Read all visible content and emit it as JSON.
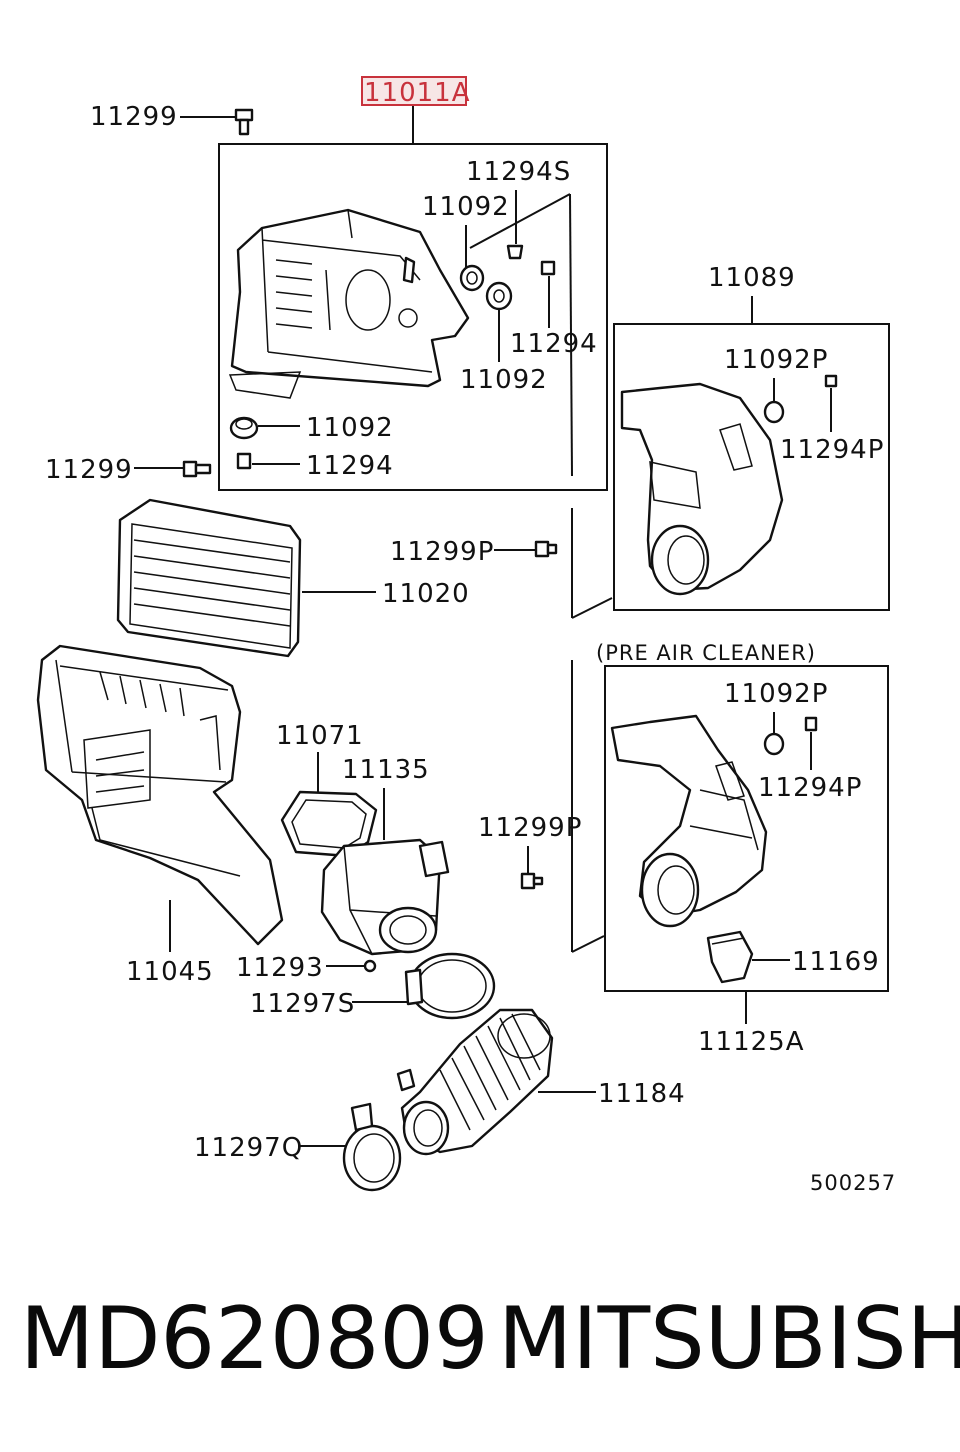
{
  "labels": {
    "p11011a": "11011A",
    "p11299a": "11299",
    "p11294s": "11294S",
    "p11092a": "11092",
    "p11089": "11089",
    "p11294a": "11294",
    "p11092b": "11092",
    "p11092p_a": "11092P",
    "p11294p_a": "11294P",
    "p11092c": "11092",
    "p11299b": "11299",
    "p11294b": "11294",
    "p11299p_a": "11299P",
    "p11020": "11020",
    "pre_air": "(PRE AIR CLEANER)",
    "p11092p_b": "11092P",
    "p11071": "11071",
    "p11135": "11135",
    "p11294p_b": "11294P",
    "p11299p_b": "11299P",
    "p11045": "11045",
    "p11293": "11293",
    "p11169": "11169",
    "p11297s": "11297S",
    "p11125a": "11125A",
    "p11184": "11184",
    "p11297q": "11297Q",
    "ref": "500257"
  },
  "footer": {
    "part_number": "MD620809",
    "brand": "MITSUBISHI"
  },
  "colors": {
    "highlight": "#c8323c",
    "ink": "#111111"
  }
}
